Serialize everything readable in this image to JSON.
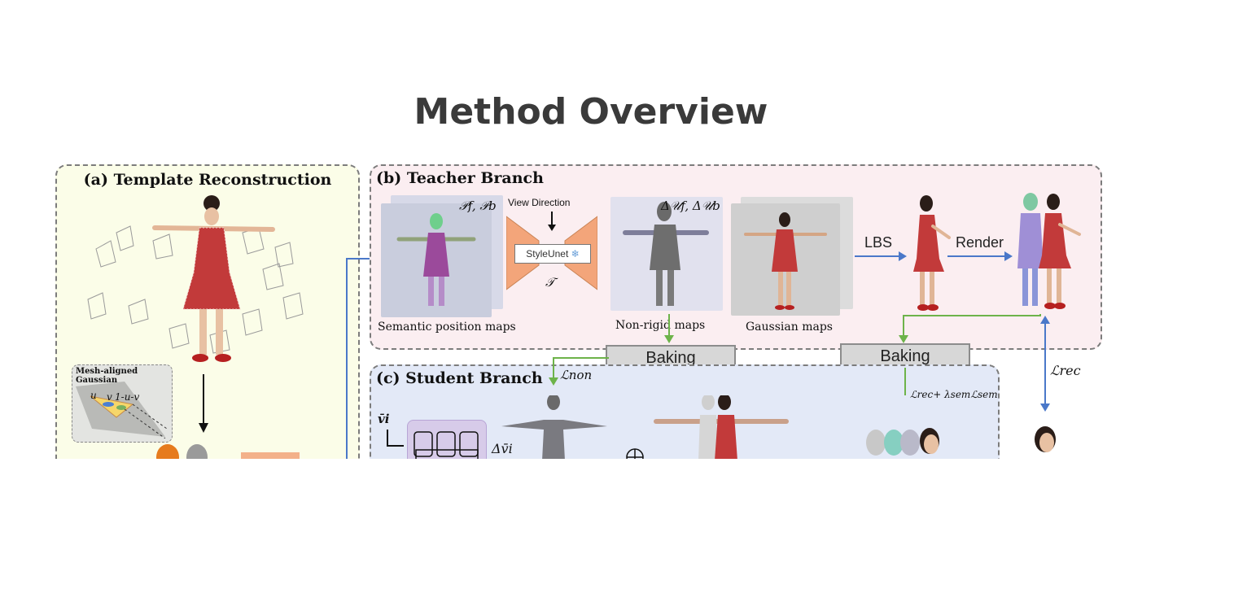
{
  "page": {
    "title": "Method Overview"
  },
  "panels": {
    "a": {
      "title": "(a) Template Reconstruction",
      "inset_title": "Mesh-aligned Gaussian",
      "inset_u": "u",
      "inset_v": "v",
      "inset_1uv": "1-u-v"
    },
    "b": {
      "title": "(b) Teacher Branch",
      "semantic_label": "Semantic position maps",
      "semantic_math": "𝒫f, 𝒫b",
      "view_direction": "View Direction",
      "styleunet": "StyleUnet",
      "t_math": "𝒯",
      "nonrigid_label": "Non-rigid maps",
      "nonrigid_math": "Δ𝒰f, Δ𝒰b",
      "gaussian_label": "Gaussian maps",
      "lbs": "LBS",
      "render": "Render"
    },
    "c": {
      "title": "(c) Student Branch",
      "lnon": "ℒnon",
      "vbar": "v̄i",
      "dvbar": "Δv̄i",
      "loss_sem": "ℒrec+ λsemℒsem"
    },
    "baking_left": "Baking",
    "baking_right": "Baking",
    "lrec": "ℒrec"
  },
  "colors": {
    "panel_a": "#fbfde8",
    "panel_b": "#fbeef1",
    "panel_c": "#e3e9f7",
    "arrow_blue": "#4a78c9",
    "arrow_green": "#6db34a",
    "unet": "#f3a57a"
  }
}
